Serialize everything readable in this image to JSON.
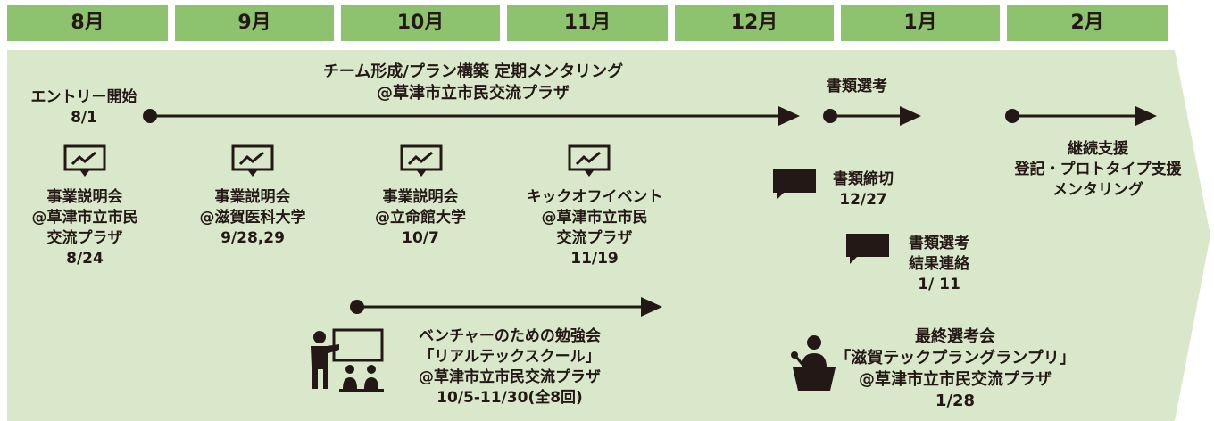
{
  "colors": {
    "header_green": "#8dc26f",
    "panel_green": "#d9e8cb",
    "ink": "#231815"
  },
  "months": [
    "8月",
    "9月",
    "10月",
    "11月",
    "12月",
    "1月",
    "2月"
  ],
  "entry": {
    "title": "エントリー開始",
    "date": "8/1"
  },
  "main_phase": {
    "line1": "チーム形成/プラン構築 定期メンタリング",
    "line2": "@草津市立市民交流プラザ"
  },
  "screening": {
    "label": "書類選考"
  },
  "support": {
    "line1": "継続支援",
    "line2": "登記・プロトタイプ支援",
    "line3": "メンタリング"
  },
  "events": [
    {
      "line1": "事業説明会",
      "line2": "@草津市立市民",
      "line3": "交流プラザ",
      "line4": "8/24",
      "icon": "presentation-board-icon"
    },
    {
      "line1": "事業説明会",
      "line2": "@滋賀医科大学",
      "line3": "9/28,29",
      "line4": "",
      "icon": "presentation-board-icon"
    },
    {
      "line1": "事業説明会",
      "line2": "@立命館大学",
      "line3": "10/7",
      "line4": "",
      "icon": "presentation-board-icon"
    },
    {
      "line1": "キックオフイベント",
      "line2": "@草津市立市民",
      "line3": "交流プラザ",
      "line4": "11/19",
      "icon": "presentation-board-icon"
    }
  ],
  "deadline": {
    "line1": "書類締切",
    "line2": "12/27",
    "icon": "speech-bubble-icon"
  },
  "result": {
    "line1": "書類選考",
    "line2": "結果連絡",
    "line3": "1/ 11",
    "icon": "speech-bubble-icon"
  },
  "study": {
    "line1": "ベンチャーのための勉強会",
    "line2": "「リアルテックスクール」",
    "line3": "@草津市立市民交流プラザ",
    "line4": "10/5-11/30(全8回)",
    "icon": "lecture-icon"
  },
  "final": {
    "line1": "最終選考会",
    "line2": "「滋賀テックプラングランプリ」",
    "line3": "@草津市立市民交流プラザ",
    "line4": "1/28",
    "icon": "podium-speaker-icon"
  }
}
